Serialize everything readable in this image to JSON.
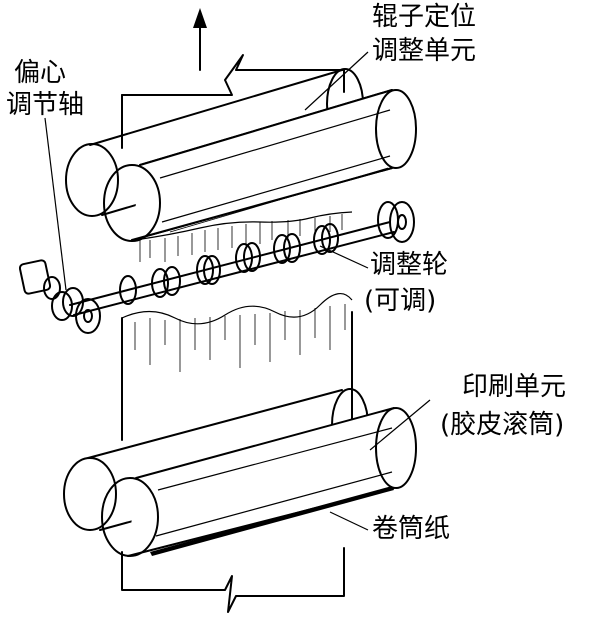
{
  "labels": {
    "roller_positioning_unit_line1": "辊子定位",
    "roller_positioning_unit_line2": "调整单元",
    "eccentric_shaft_line1": "偏心",
    "eccentric_shaft_line2": "调节轴",
    "adjusting_wheel_line1": "调整轮",
    "adjusting_wheel_line2": "(可调)",
    "printing_unit_line1": "印刷单元",
    "printing_unit_line2": "(胶皮滚筒)",
    "web_paper": "卷筒纸"
  },
  "colors": {
    "ink": "#000000",
    "background": "#ffffff"
  },
  "icons": {
    "web_direction": "up-arrow-icon"
  }
}
